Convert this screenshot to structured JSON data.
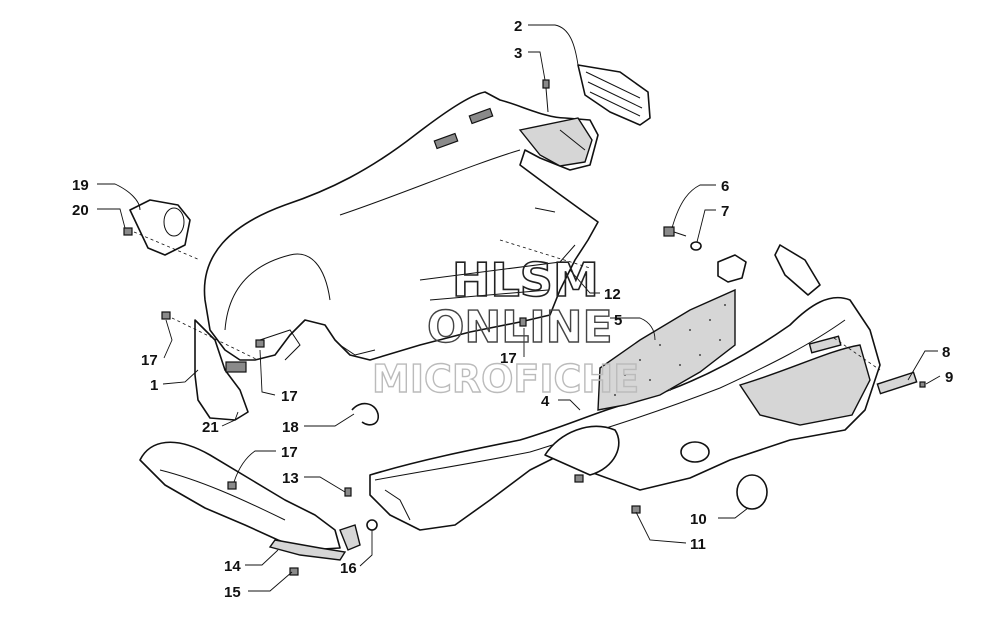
{
  "watermark": {
    "line1": "HLSM",
    "line2": "ONLINE",
    "line3": "MICROFICHE"
  },
  "callouts": [
    {
      "id": "c2",
      "label": "2"
    },
    {
      "id": "c3",
      "label": "3"
    },
    {
      "id": "c19",
      "label": "19"
    },
    {
      "id": "c20",
      "label": "20"
    },
    {
      "id": "c6",
      "label": "6"
    },
    {
      "id": "c7",
      "label": "7"
    },
    {
      "id": "c12",
      "label": "12"
    },
    {
      "id": "c5",
      "label": "5"
    },
    {
      "id": "c17a",
      "label": "17"
    },
    {
      "id": "c17b",
      "label": "17"
    },
    {
      "id": "c1",
      "label": "1"
    },
    {
      "id": "c17c",
      "label": "17"
    },
    {
      "id": "c8",
      "label": "8"
    },
    {
      "id": "c9",
      "label": "9"
    },
    {
      "id": "c4",
      "label": "4"
    },
    {
      "id": "c21",
      "label": "21"
    },
    {
      "id": "c18",
      "label": "18"
    },
    {
      "id": "c17d",
      "label": "17"
    },
    {
      "id": "c13",
      "label": "13"
    },
    {
      "id": "c10",
      "label": "10"
    },
    {
      "id": "c11",
      "label": "11"
    },
    {
      "id": "c14",
      "label": "14"
    },
    {
      "id": "c16",
      "label": "16"
    },
    {
      "id": "c15",
      "label": "15"
    }
  ]
}
